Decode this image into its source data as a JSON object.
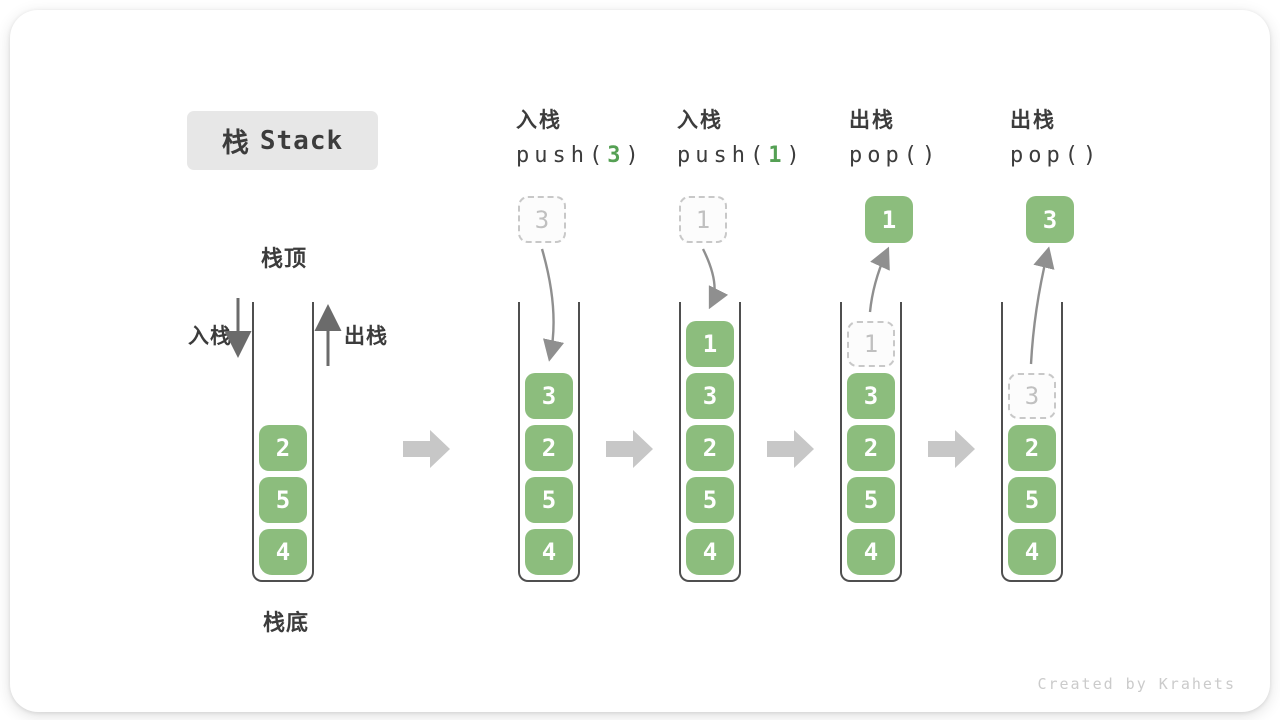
{
  "title": {
    "zh": "栈",
    "en": "Stack"
  },
  "stack_labels": {
    "top": "栈顶",
    "bottom": "栈底",
    "push": "入栈",
    "pop": "出栈"
  },
  "watermark": "Created by Krahets",
  "colors": {
    "green_box": "#8cbd7d",
    "code_arg_green": "#55a054",
    "ink": "#3c3c3c",
    "ghost_border": "#c8c8c8",
    "ghost_text": "#c0c0c0",
    "tube_border": "#4f4f4f",
    "curve_arrow": "#8f8f8f",
    "side_arrow": "#6b6b6b",
    "block_arrow": "#c7c7c7",
    "title_bg": "#e7e7e7",
    "watermark_gray": "#cbcbcb"
  },
  "initial_stack": {
    "slots": [
      {
        "slot": 3,
        "value": "2",
        "variant": "filled"
      },
      {
        "slot": 4,
        "value": "5",
        "variant": "filled"
      },
      {
        "slot": 5,
        "value": "4",
        "variant": "filled"
      }
    ]
  },
  "steps": [
    {
      "name": "push-3",
      "label": "入栈",
      "code": {
        "pre": "push(",
        "arg": "3",
        "post": ")"
      },
      "float": {
        "value": "3",
        "variant": "ghost"
      },
      "arrow": "down",
      "slots": [
        {
          "slot": 2,
          "value": "3",
          "variant": "filled"
        },
        {
          "slot": 3,
          "value": "2",
          "variant": "filled"
        },
        {
          "slot": 4,
          "value": "5",
          "variant": "filled"
        },
        {
          "slot": 5,
          "value": "4",
          "variant": "filled"
        }
      ]
    },
    {
      "name": "push-1",
      "label": "入栈",
      "code": {
        "pre": "push(",
        "arg": "1",
        "post": ")"
      },
      "float": {
        "value": "1",
        "variant": "ghost"
      },
      "arrow": "down",
      "slots": [
        {
          "slot": 1,
          "value": "1",
          "variant": "filled"
        },
        {
          "slot": 2,
          "value": "3",
          "variant": "filled"
        },
        {
          "slot": 3,
          "value": "2",
          "variant": "filled"
        },
        {
          "slot": 4,
          "value": "5",
          "variant": "filled"
        },
        {
          "slot": 5,
          "value": "4",
          "variant": "filled"
        }
      ]
    },
    {
      "name": "pop-1",
      "label": "出栈",
      "code": {
        "pre": "pop(",
        "arg": "",
        "post": ")"
      },
      "float": {
        "value": "1",
        "variant": "filled"
      },
      "arrow": "up",
      "slots": [
        {
          "slot": 1,
          "value": "1",
          "variant": "ghost"
        },
        {
          "slot": 2,
          "value": "3",
          "variant": "filled"
        },
        {
          "slot": 3,
          "value": "2",
          "variant": "filled"
        },
        {
          "slot": 4,
          "value": "5",
          "variant": "filled"
        },
        {
          "slot": 5,
          "value": "4",
          "variant": "filled"
        }
      ]
    },
    {
      "name": "pop-3",
      "label": "出栈",
      "code": {
        "pre": "pop(",
        "arg": "",
        "post": ")"
      },
      "float": {
        "value": "3",
        "variant": "filled"
      },
      "arrow": "up",
      "slots": [
        {
          "slot": 2,
          "value": "3",
          "variant": "ghost"
        },
        {
          "slot": 3,
          "value": "2",
          "variant": "filled"
        },
        {
          "slot": 4,
          "value": "5",
          "variant": "filled"
        },
        {
          "slot": 5,
          "value": "4",
          "variant": "filled"
        }
      ]
    }
  ]
}
